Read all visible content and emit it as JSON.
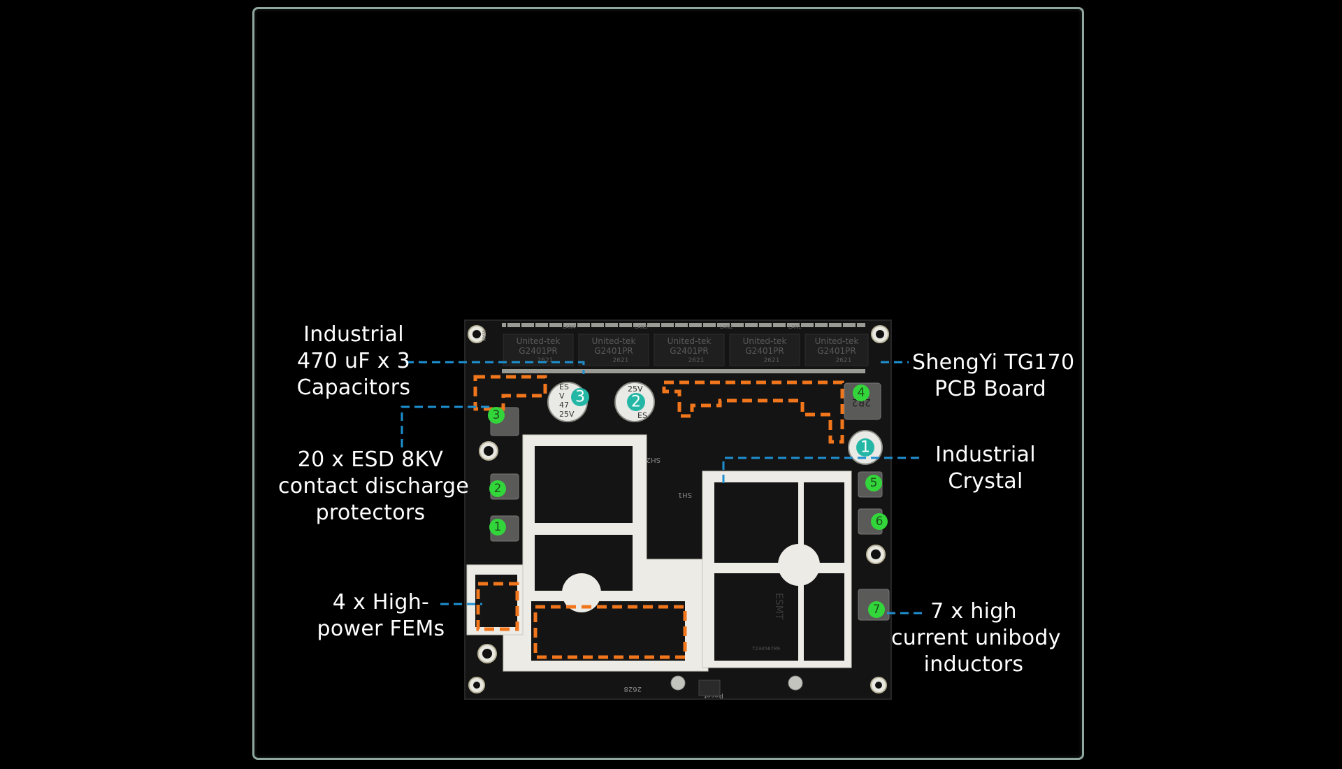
{
  "colors": {
    "background": "#000000",
    "frame_border": "#8fa79f",
    "leader_line": "#1e8fd0",
    "highlight_dash": "#f2761c",
    "marker_green": "#33d63a",
    "marker_teal": "#25b7a5",
    "label_text": "#ffffff"
  },
  "callouts": {
    "capacitors": [
      "Industrial",
      "470 uF x 3",
      "Capacitors"
    ],
    "esd": [
      "20 x ESD 8KV",
      "contact discharge",
      "protectors"
    ],
    "fems": [
      "4 x High-",
      "power FEMs"
    ],
    "pcb": [
      "ShengYi TG170",
      "PCB Board"
    ],
    "crystal": [
      "Industrial",
      "Crystal"
    ],
    "inductors": [
      "7 x high",
      "current unibody",
      "inductors"
    ]
  },
  "markers": {
    "teal": [
      "1",
      "2",
      "3"
    ],
    "green": [
      "1",
      "2",
      "3",
      "4",
      "5",
      "6",
      "7"
    ]
  },
  "board_text": {
    "chip_brand": "United-tek",
    "chip_model": "G2401PR",
    "chip_code": "2621",
    "ports": [
      "WAN",
      "LAN4",
      "LAN3",
      "LAN2",
      "LAN1"
    ],
    "capacitor_marks": [
      "ES",
      "V",
      "47",
      "25V"
    ],
    "silkscreen_sh1": "SH1",
    "silkscreen_sh2": "SH2",
    "silkscreen_2628": "2628",
    "reset": "Reset",
    "ram_brand": "ESMT",
    "ram_code": "T23456789",
    "inductor_mark": "2R2"
  }
}
